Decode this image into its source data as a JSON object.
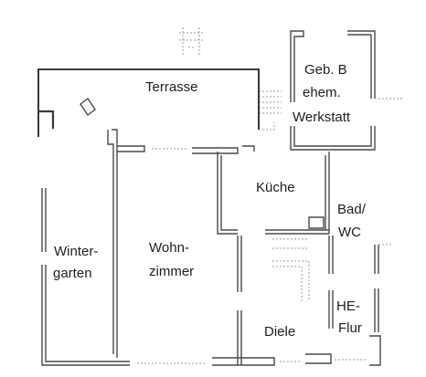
{
  "rooms": {
    "terrasse": "Terrasse",
    "geb_b": "Geb. B",
    "ehem": "ehem.",
    "werkstatt": "Werkstatt",
    "kueche": "Küche",
    "bad": "Bad/",
    "wc": "WC",
    "winter": "Winter-",
    "garten": "garten",
    "wohn": "Wohn-",
    "zimmer": "zimmer",
    "he": "HE-",
    "flur": "Flur",
    "diele": "Diele"
  }
}
